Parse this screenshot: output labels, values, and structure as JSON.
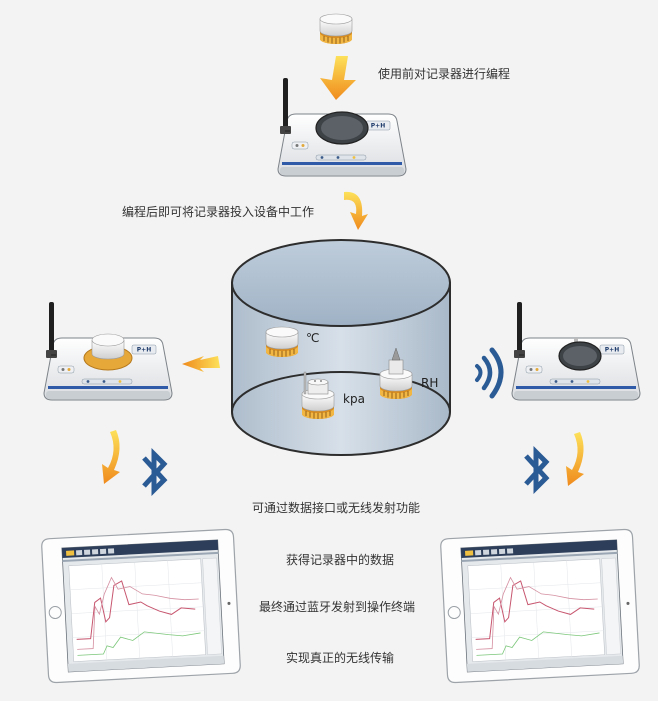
{
  "captions": {
    "program_before_use": "使用前对记录器进行编程",
    "place_into_equipment": "编程后即可将记录器投入设备中工作",
    "via_interface_or_wireless": "可通过数据接口或无线发射功能",
    "get_logger_data": "获得记录器中的数据",
    "bluetooth_to_terminal": "最终通过蓝牙发射到操作终端",
    "true_wireless": "实现真正的无线传输"
  },
  "sensor_labels": {
    "temperature": "℃",
    "pressure": "kpa",
    "humidity": "RH"
  },
  "device_brand": "P+H",
  "icons": [
    "data-logger-icon",
    "programming-station-icon",
    "bluetooth-icon",
    "wireless-signal-icon",
    "tablet-icon",
    "arrow-icon"
  ],
  "colors": {
    "arrow_orange": "#f39a1e",
    "bluetooth_blue": "#2b5b95",
    "tank_fill": "#aebfd0",
    "logger_ring": "#e0a63a"
  }
}
